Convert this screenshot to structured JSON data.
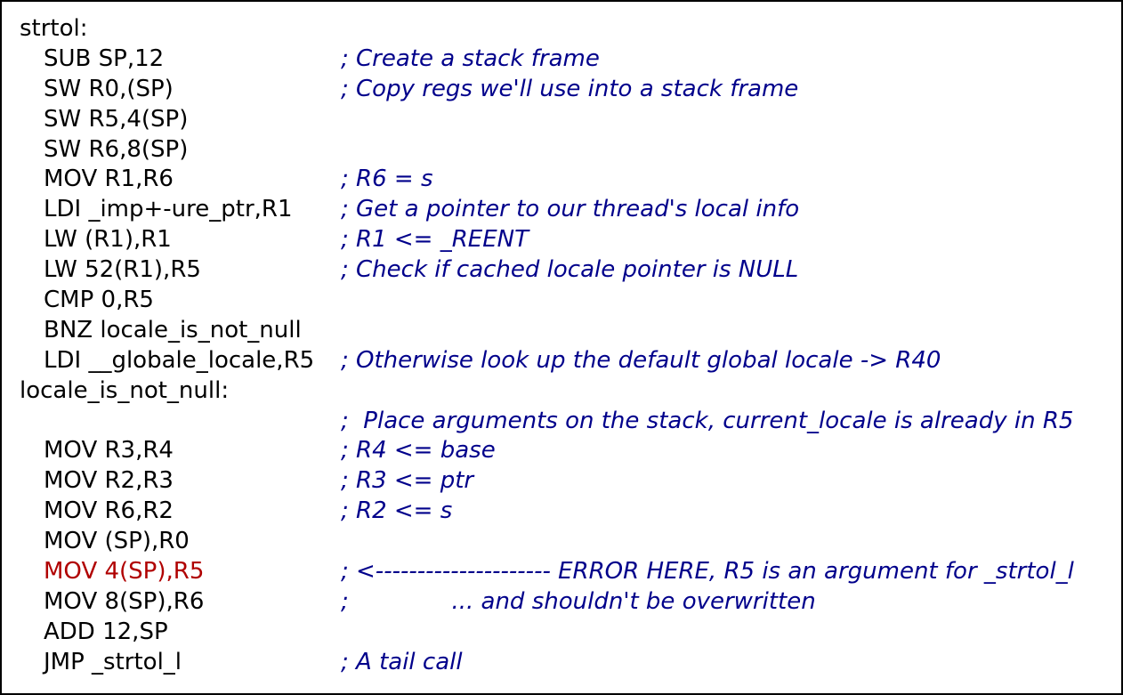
{
  "lines": [
    {
      "code": "strtol:",
      "kind": "label",
      "comment": ""
    },
    {
      "code": "SUB SP,12",
      "kind": "instr",
      "comment": "; Create a stack frame"
    },
    {
      "code": "SW R0,(SP)",
      "kind": "instr",
      "comment": "; Copy regs we'll use into a stack frame"
    },
    {
      "code": "SW R5,4(SP)",
      "kind": "instr",
      "comment": ""
    },
    {
      "code": "SW R6,8(SP)",
      "kind": "instr",
      "comment": ""
    },
    {
      "code": "MOV R1,R6",
      "kind": "instr",
      "comment": "; R6 = s"
    },
    {
      "code": "LDI _imp+-ure_ptr,R1",
      "kind": "instr",
      "comment": "; Get a pointer to our thread's local info"
    },
    {
      "code": "LW (R1),R1",
      "kind": "instr",
      "comment": "; R1 <= _REENT"
    },
    {
      "code": "LW 52(R1),R5",
      "kind": "instr",
      "comment": "; Check if cached locale pointer is NULL"
    },
    {
      "code": "CMP 0,R5",
      "kind": "instr",
      "comment": ""
    },
    {
      "code": "BNZ locale_is_not_null",
      "kind": "instr",
      "comment": ""
    },
    {
      "code": "LDI __globale_locale,R5",
      "kind": "instr",
      "comment": "; Otherwise look up the default global locale -> R40"
    },
    {
      "code": "locale_is_not_null:",
      "kind": "label",
      "comment": ""
    },
    {
      "code": "",
      "kind": "instr",
      "comment": ";  Place arguments on the stack, current_locale is already in R5"
    },
    {
      "code": "MOV R3,R4",
      "kind": "instr",
      "comment": "; R4 <= base"
    },
    {
      "code": "MOV R2,R3",
      "kind": "instr",
      "comment": "; R3 <= ptr"
    },
    {
      "code": "MOV R6,R2",
      "kind": "instr",
      "comment": "; R2 <= s"
    },
    {
      "code": "MOV (SP),R0",
      "kind": "instr",
      "comment": ""
    },
    {
      "code": "MOV 4(SP),R5",
      "kind": "error",
      "comment": "; <--------------------- ERROR HERE, R5 is an argument for _strtol_l"
    },
    {
      "code": "MOV 8(SP),R6",
      "kind": "instr",
      "comment": ";              ... and shouldn't be overwritten"
    },
    {
      "code": "ADD 12,SP",
      "kind": "instr",
      "comment": ""
    },
    {
      "code": "JMP _strtol_l",
      "kind": "instr",
      "comment": "; A tail call"
    }
  ],
  "colors": {
    "code": "#000000",
    "comment": "#00008b",
    "error": "#b00000",
    "border": "#000000"
  }
}
